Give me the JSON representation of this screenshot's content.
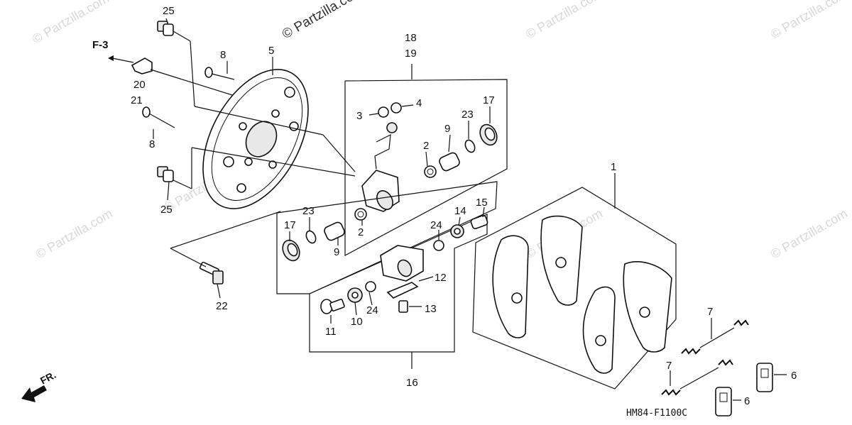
{
  "watermarks": [
    "© Partzilla.com",
    "© Partzilla.com",
    "© Partzilla.com",
    "© Partzilla.com",
    "© Partzilla.com",
    "© Partzilla.com",
    "© Partzilla.com",
    "© Partzilla.com"
  ],
  "callouts": {
    "c25a": "25",
    "c25b": "25",
    "c8a": "8",
    "c8b": "8",
    "c5": "5",
    "c18": "18",
    "c19": "19",
    "c20": "20",
    "c21": "21",
    "c3": "3",
    "c4": "4",
    "c17a": "17",
    "c23a": "23",
    "c9a": "9",
    "c2a": "2",
    "c1": "1",
    "c17b": "17",
    "c23b": "23",
    "c9b": "9",
    "c2b": "2",
    "c24a": "24",
    "c14": "14",
    "c15": "15",
    "c12": "12",
    "c13": "13",
    "c24b": "24",
    "c11": "11",
    "c10": "10",
    "c16": "16",
    "c22": "22",
    "c7a": "7",
    "c7b": "7",
    "c6a": "6",
    "c6b": "6"
  },
  "ref_f3": "F-3",
  "front_label": "FR.",
  "diagram_code": "HM84-F1100C"
}
